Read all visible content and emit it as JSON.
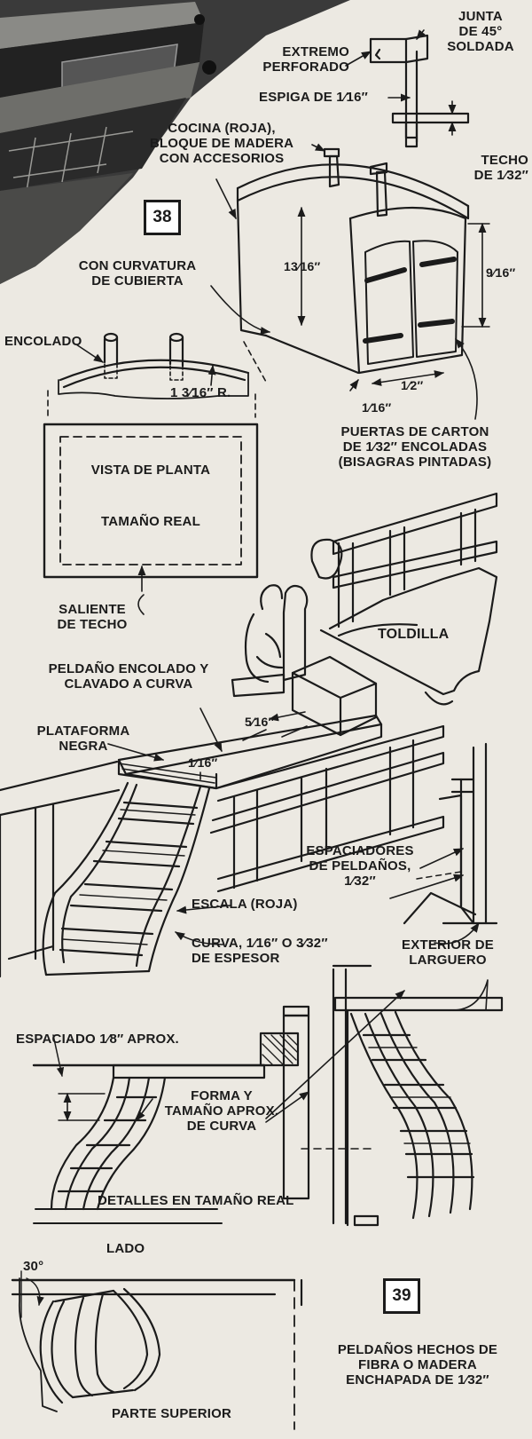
{
  "figures": {
    "fig_38": "38",
    "fig_39": "39"
  },
  "labels": {
    "junta": "JUNTA\nDE 45°\nSOLDADA",
    "extremo": "EXTREMO\nPERFORADO",
    "espiga": "ESPIGA DE 1⁄16″",
    "techo": "TECHO\nDE 1⁄32″",
    "cocina": "COCINA (ROJA),\nBLOQUE DE MADERA\nCON ACCESORIOS",
    "curvatura": "CON CURVATURA\nDE CUBIERTA",
    "encolado": "ENCOLADO",
    "radio": "1 3⁄16″ R.",
    "dim_13_16": "13⁄16″",
    "dim_9_16": "9⁄16″",
    "dim_half": "1⁄2″",
    "dim_1_16_a": "1⁄16″",
    "puertas": "PUERTAS DE CARTON\nDE 1⁄32″ ENCOLADAS\n(BISAGRAS PINTADAS)",
    "vista": "VISTA DE PLANTA",
    "tamano": "TAMAÑO REAL",
    "saliente": "SALIENTE\nDE TECHO",
    "toldilla": "TOLDILLA",
    "peldano": "PELDAÑO ENCOLADO Y\nCLAVADO A CURVA",
    "plataforma": "PLATAFORMA\nNEGRA",
    "dim_5_16": "5⁄16″",
    "dim_1_16_b": "1⁄16″",
    "espaciadores": "ESPACIADORES\nDE PELDAÑOS,\n1⁄32″",
    "escala": "ESCALA (ROJA)",
    "curva": "CURVA, 1⁄16″ O 3⁄32″\nDE ESPESOR",
    "exterior": "EXTERIOR DE\nLARGUERO",
    "espaciado": "ESPACIADO 1⁄8″ APROX.",
    "forma": "FORMA Y\nTAMAÑO APROX.\nDE CURVA",
    "detalles": "DETALLES EN TAMAÑO REAL",
    "lado": "LADO",
    "angle": "30°",
    "peldanos_hechos": "PELDAÑOS HECHOS DE\nFIBRA O MADERA\nENCHAPADA DE 1⁄32″",
    "parte_superior": "PARTE SUPERIOR"
  }
}
